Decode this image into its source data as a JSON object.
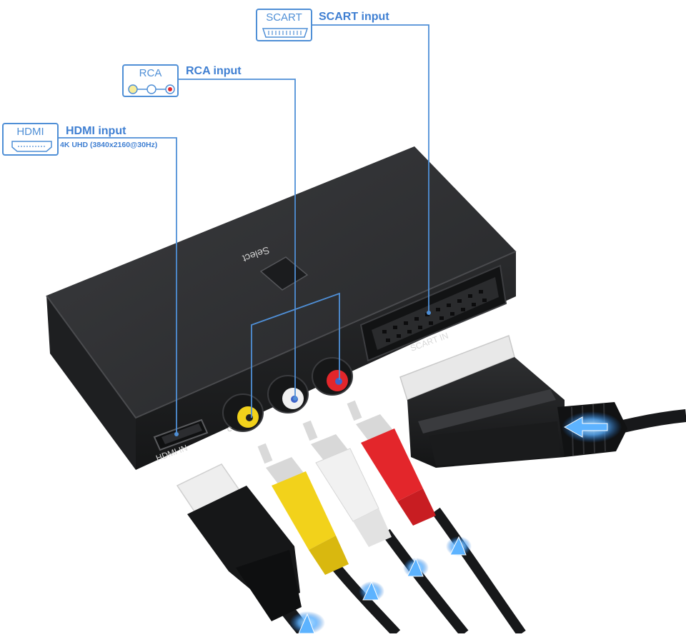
{
  "callouts": {
    "scart": {
      "icon_text": "SCART",
      "title": "SCART input"
    },
    "rca": {
      "icon_text": "RCA",
      "title": "RCA input"
    },
    "hdmi": {
      "icon_text": "HDMI",
      "title": "HDMI input",
      "subtitle": "4K UHD (3840x2160@30Hz)"
    }
  },
  "device": {
    "button_label": "Select",
    "scart_port_label": "SCART IN",
    "hdmi_port_label": "HDMI IN",
    "rca_port_mark": "C"
  },
  "colors": {
    "callout_blue": "#4f8fd6",
    "device_body": "#2b2c2e",
    "rca_yellow": "#f2d21b",
    "rca_white": "#f1f1f1",
    "rca_red": "#e3262b",
    "cable_black": "#17181a"
  }
}
